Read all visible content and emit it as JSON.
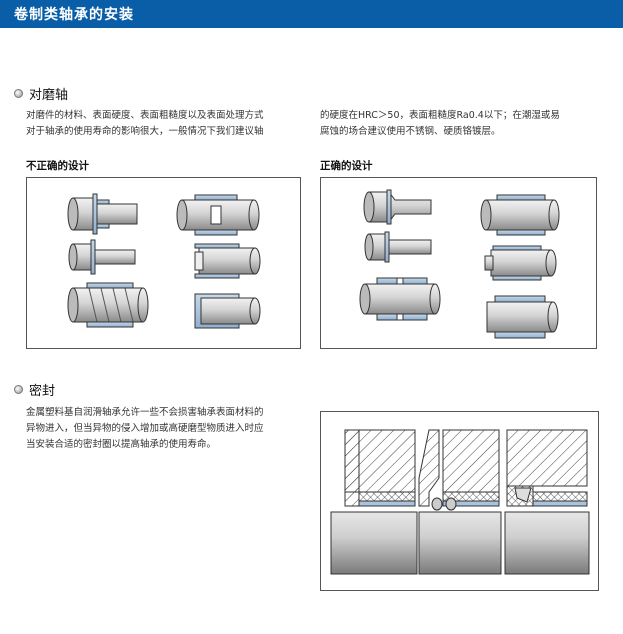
{
  "header": {
    "title": "卷制类轴承的安装"
  },
  "shaft_section": {
    "title": "对磨轴",
    "para_left": [
      "对磨件的材料、表面硬度、表面粗糙度以及表面处理方式",
      "对于轴承的使用寿命的影响很大，一般情况下我们建议轴"
    ],
    "para_right": [
      "的硬度在HRC＞50，表面粗糙度Ra0.4以下；在潮湿或易",
      "腐蚀的场合建议使用不锈钢、硬质铬镀层。"
    ],
    "incorrect_label": "不正确的设计",
    "correct_label": "正确的设计"
  },
  "seal_section": {
    "title": "密封",
    "para": [
      "金属塑料基自润滑轴承允许一些不会损害轴承表面材料的",
      "异物进入，但当异物的侵入增加或高硬磨型物质进入时应",
      "当安装合适的密封圈以提高轴承的使用寿命。"
    ]
  },
  "colors": {
    "banner": "#0a5ea8",
    "bearing": "#a9c3dd",
    "shaft": "#c8c8c8"
  }
}
